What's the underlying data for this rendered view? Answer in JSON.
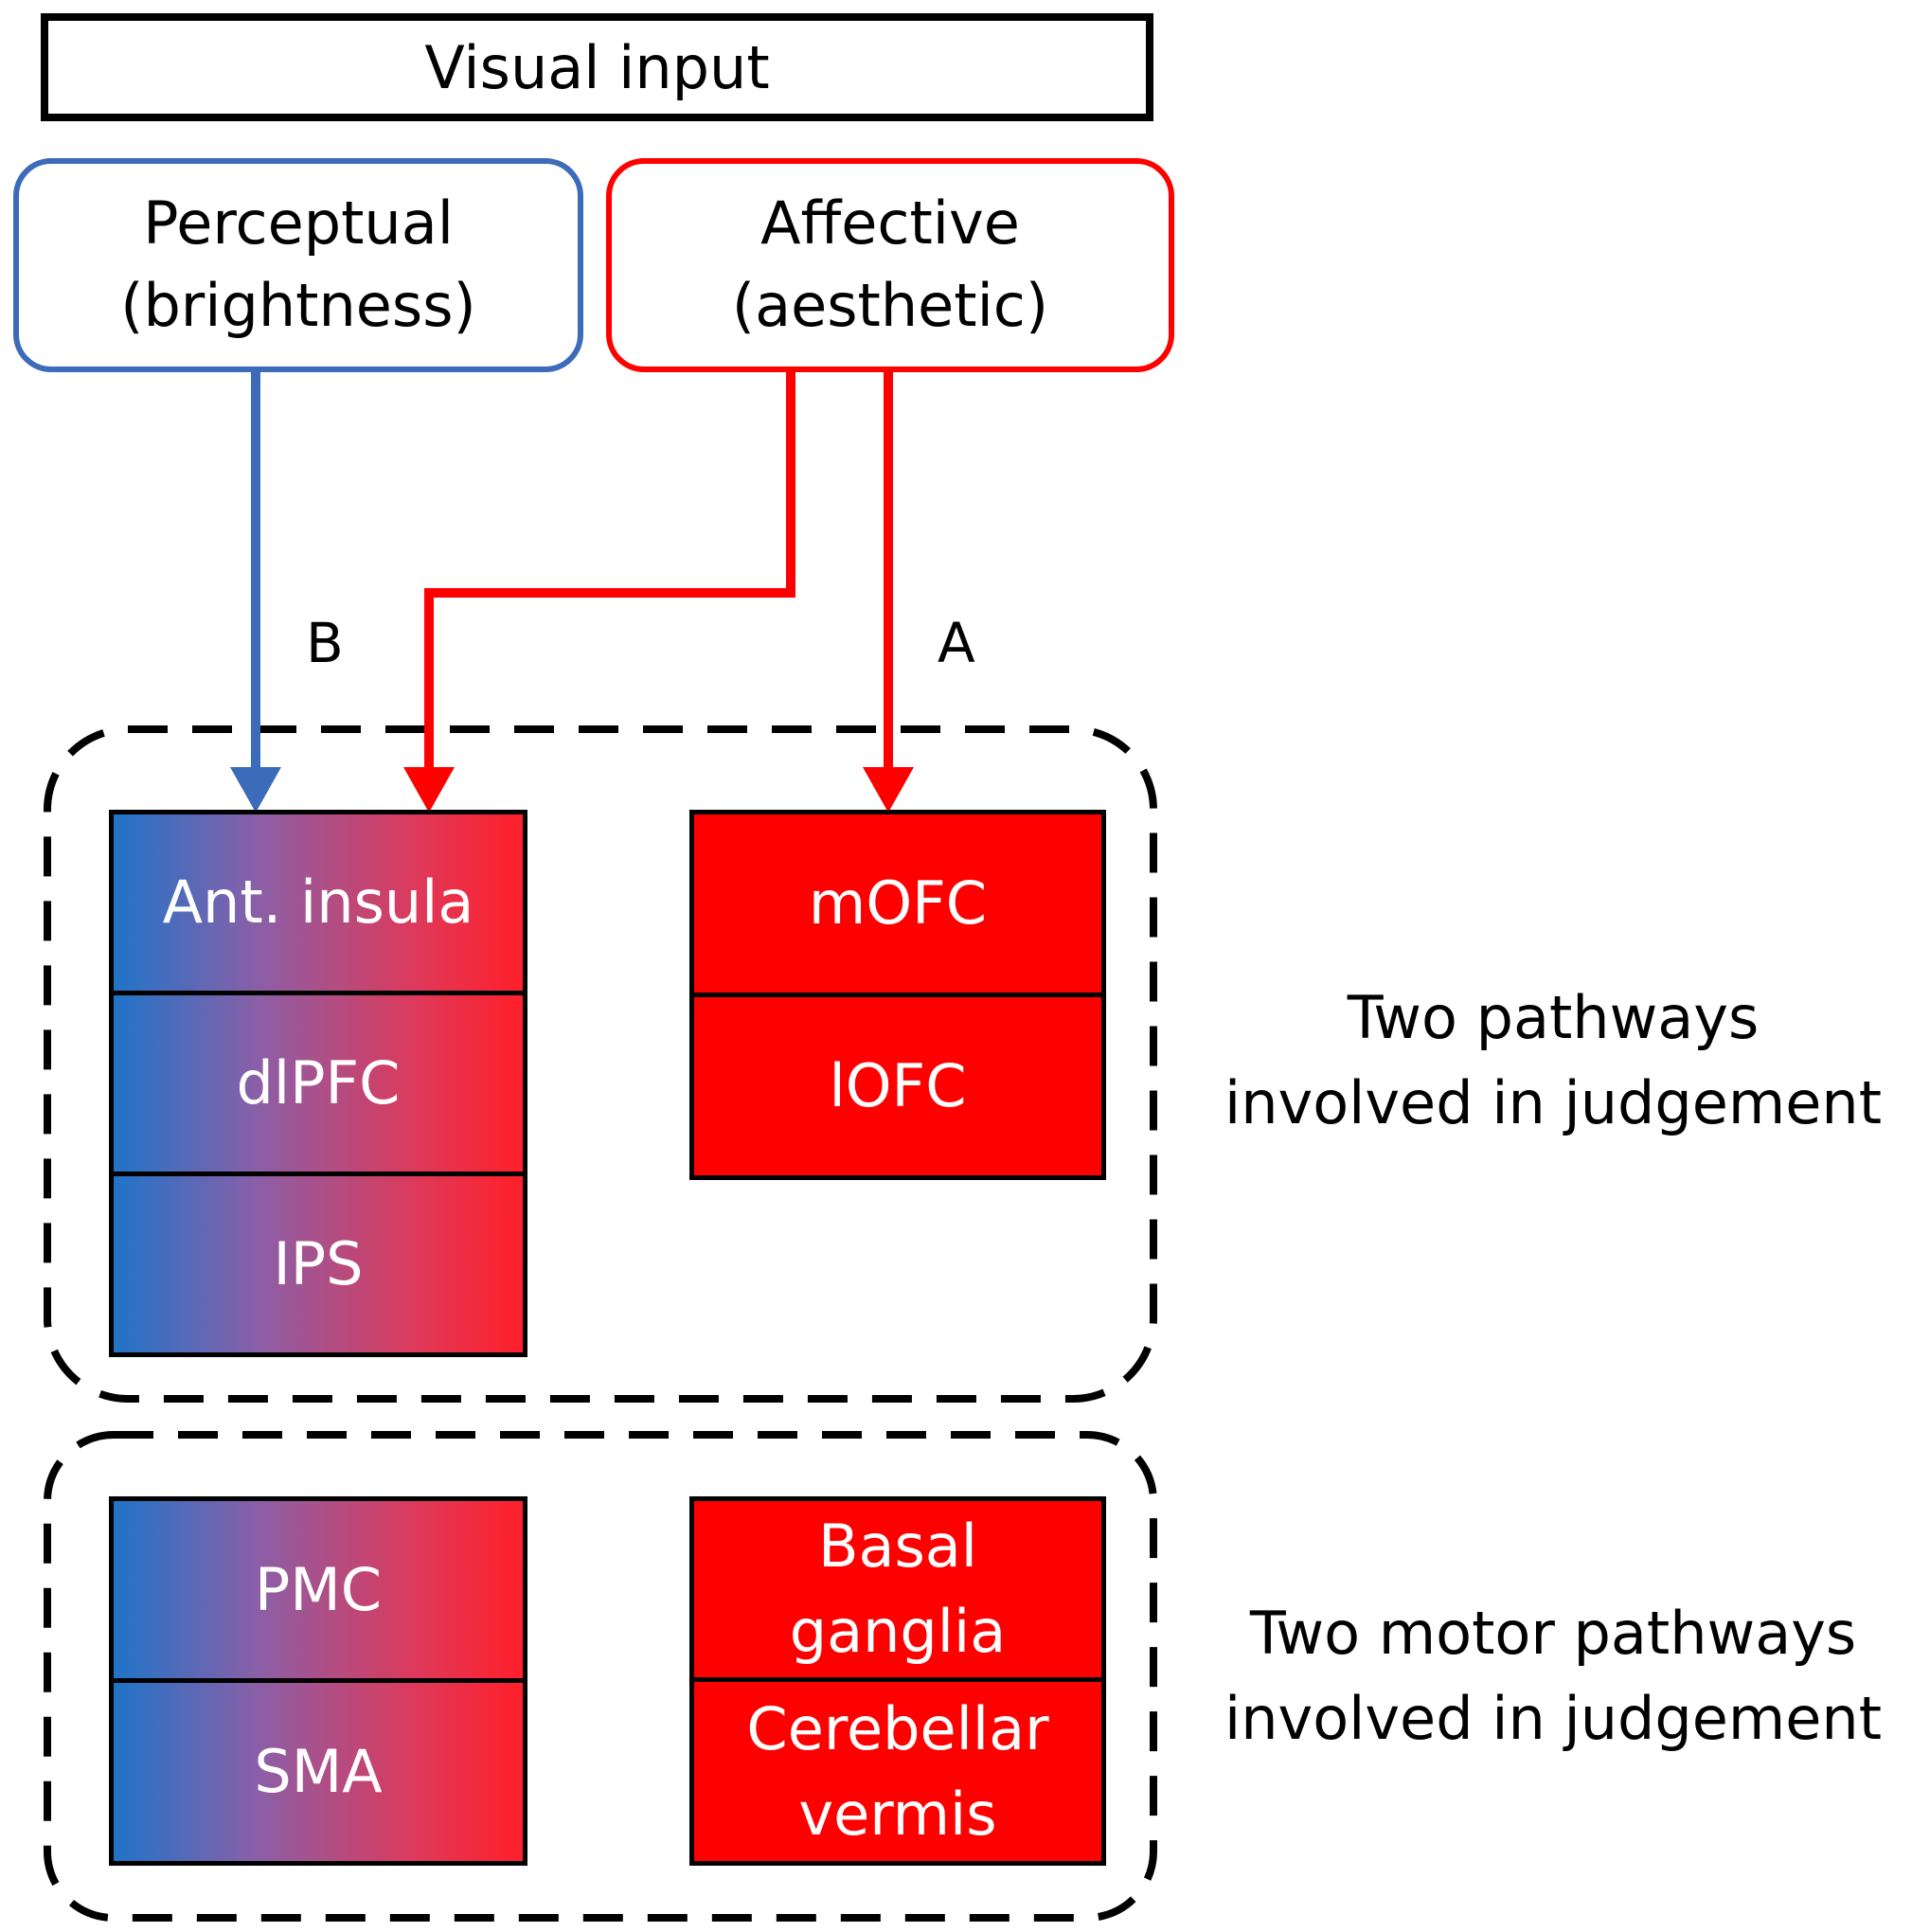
{
  "colors": {
    "perceptual": "#3c6bb9",
    "affective": "#ff0000",
    "region_red": "#ff0000",
    "gradient_start": "#1f74c8",
    "gradient_end": "#ff1f2a"
  },
  "input": {
    "label": "Visual input"
  },
  "stages": {
    "perceptual": {
      "line1": "Perceptual",
      "line2": "(brightness)"
    },
    "affective": {
      "line1": "Affective",
      "line2": "(aesthetic)"
    }
  },
  "pathway_labels": {
    "b": "B",
    "a": "A"
  },
  "judgement_group": {
    "left_regions": [
      "Ant. insula",
      "dlPFC",
      "IPS"
    ],
    "right_regions": [
      "mOFC",
      "lOFC"
    ],
    "label_line1": "Two pathways",
    "label_line2": "involved in judgement"
  },
  "motor_group": {
    "left_regions": [
      "PMC",
      "SMA"
    ],
    "right_regions": [
      {
        "line1": "Basal",
        "line2": "ganglia"
      },
      {
        "line1": "Cerebellar",
        "line2": "vermis"
      }
    ],
    "label_line1": "Two motor pathways",
    "label_line2": "involved in judgement"
  }
}
